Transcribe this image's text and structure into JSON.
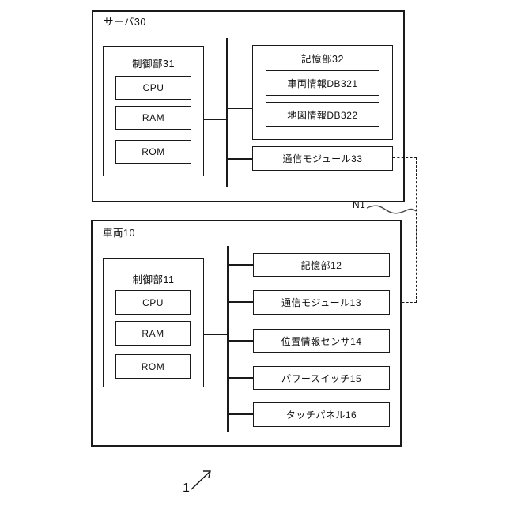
{
  "figure": {
    "figure_number": "1",
    "network_label": "N1"
  },
  "server": {
    "label": "サーバ30",
    "control_unit": {
      "label": "制御部31",
      "components": [
        "CPU",
        "RAM",
        "ROM"
      ]
    },
    "storage": {
      "label": "記憶部32",
      "items": [
        "車両情報DB321",
        "地図情報DB322"
      ]
    },
    "comm_module": "通信モジュール33"
  },
  "vehicle": {
    "label": "車両10",
    "control_unit": {
      "label": "制御部11",
      "components": [
        "CPU",
        "RAM",
        "ROM"
      ]
    },
    "modules": [
      "記憶部12",
      "通信モジュール13",
      "位置情報センサ14",
      "パワースイッチ15",
      "タッチパネル16"
    ]
  },
  "colors": {
    "line": "#1a1a1a",
    "background": "#ffffff"
  }
}
